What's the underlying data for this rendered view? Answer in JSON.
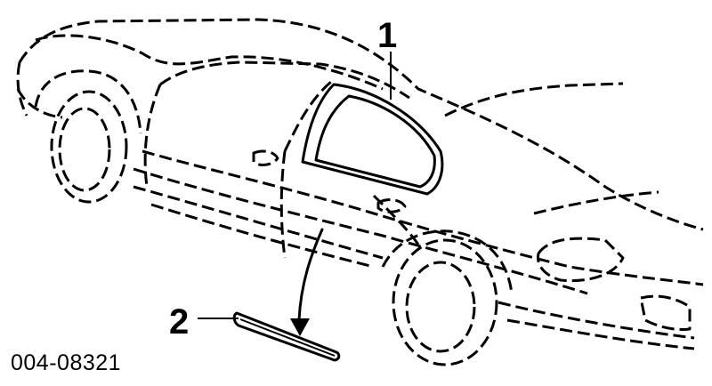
{
  "callouts": {
    "label_1": "1",
    "label_2": "2"
  },
  "figure_code": "004-08321",
  "colors": {
    "line": "#000000",
    "background": "#ffffff"
  }
}
